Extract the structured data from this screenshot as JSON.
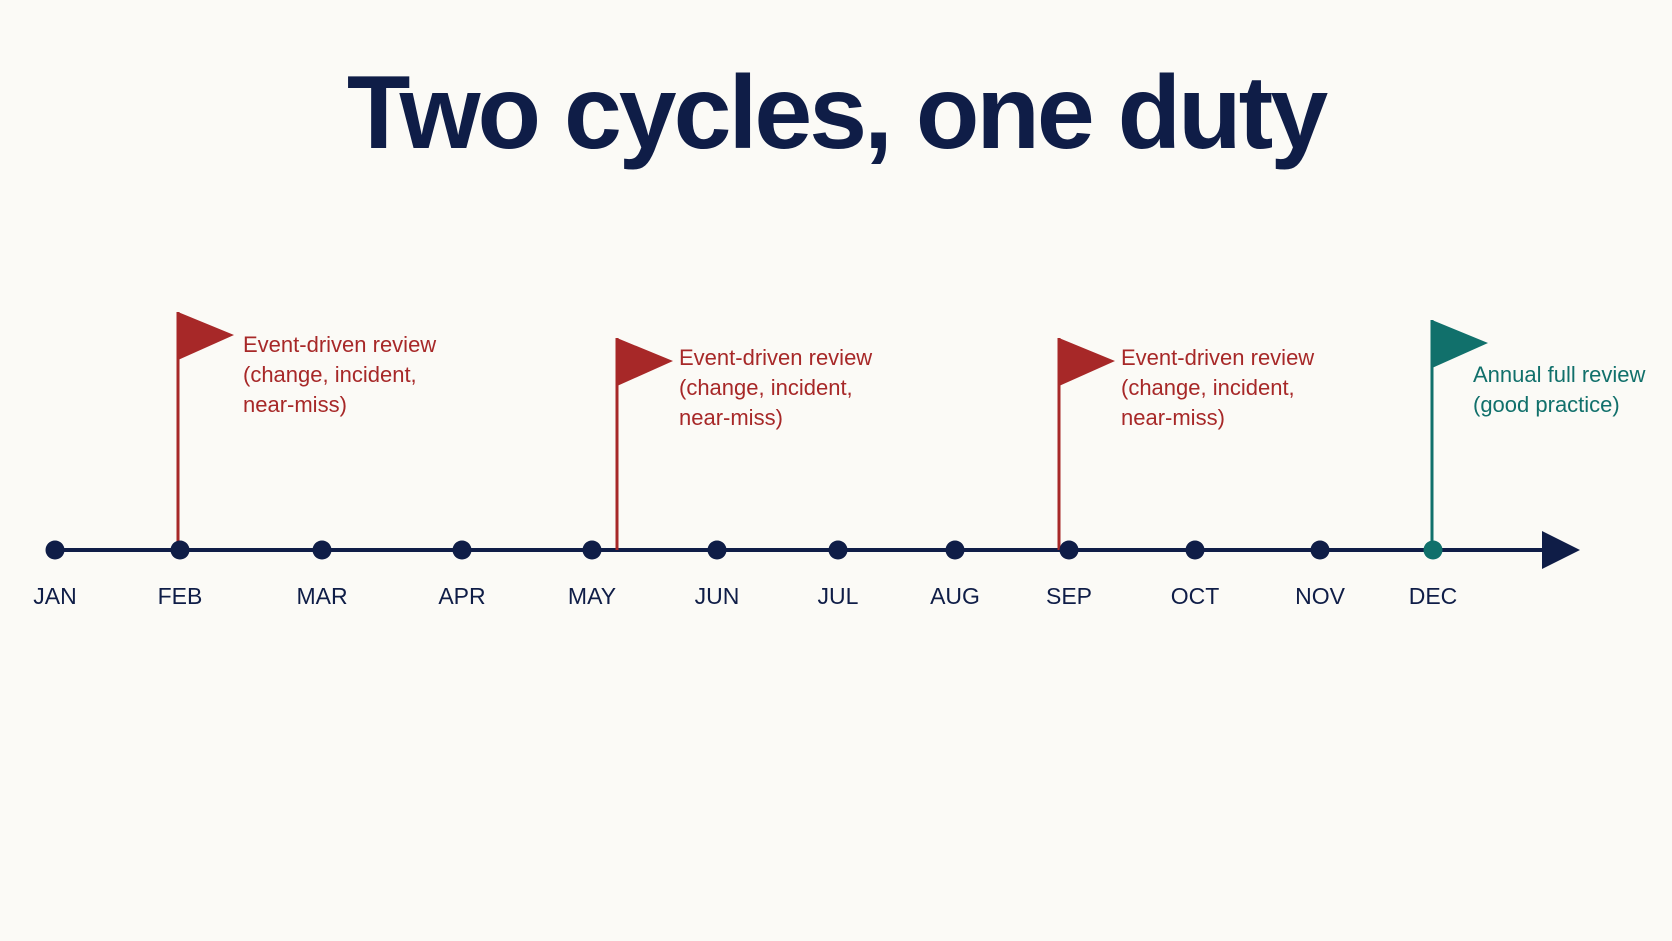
{
  "slide": {
    "title": "Two cycles, one duty"
  },
  "colors": {
    "background": "#fbfaf6",
    "axis": "#0f1d47",
    "event_driven": "#a72828",
    "annual": "#11706b"
  },
  "timeline": {
    "months": [
      "JAN",
      "FEB",
      "MAR",
      "APR",
      "MAY",
      "JUN",
      "JUL",
      "AUG",
      "SEP",
      "OCT",
      "NOV",
      "DEC"
    ],
    "flags": [
      {
        "month": "FEB",
        "kind": "event_driven",
        "lines": [
          "Event-driven review",
          "(change, incident,",
          "near-miss)"
        ]
      },
      {
        "month": "MAY",
        "kind": "event_driven",
        "lines": [
          "Event-driven review",
          "(change, incident,",
          "near-miss)"
        ]
      },
      {
        "month": "SEP",
        "kind": "event_driven",
        "lines": [
          "Event-driven review",
          "(change, incident,",
          "near-miss)"
        ]
      },
      {
        "month": "DEC",
        "kind": "annual",
        "lines": [
          "Annual full review",
          "(good practice)"
        ]
      }
    ]
  }
}
